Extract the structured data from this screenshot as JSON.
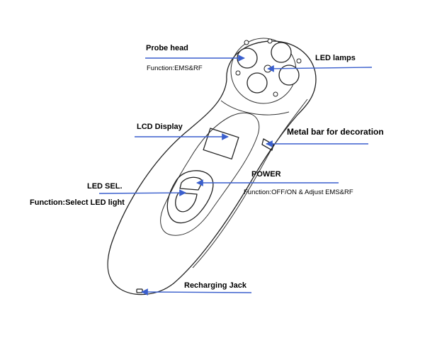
{
  "colors": {
    "arrow": "#3a5fcd",
    "outline": "#222222",
    "text": "#000000"
  },
  "labels": {
    "probe_head": "Probe head",
    "probe_function": "Function:EMS&RF",
    "led_lamps": "LED lamps",
    "lcd_display": "LCD Display",
    "metal_bar": "Metal bar for decoration",
    "power": "POWER",
    "power_function": "Function:OFF/ON & Adjust EMS&RF",
    "led_sel": "LED SEL.",
    "led_sel_function": "Function:Select LED light",
    "recharging_jack": "Recharging Jack"
  }
}
